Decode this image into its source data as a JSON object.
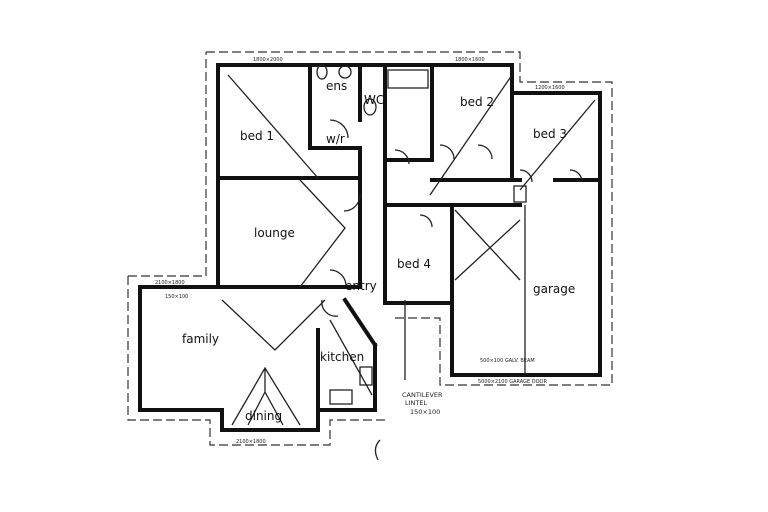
{
  "rooms": {
    "bed1": "bed 1",
    "ens": "ens",
    "wc": "WC",
    "wr": "w/r",
    "bed2": "bed 2",
    "bed3": "bed 3",
    "lounge": "lounge",
    "entry": "entry",
    "bed4": "bed 4",
    "garage": "garage",
    "family": "family",
    "kitchen": "kitchen",
    "dining": "dining"
  },
  "annotations": {
    "cantilever_1": "CANTILEVER",
    "cantilever_2": "LINTEL",
    "cantilever_3": "150×100",
    "garage_door": "5000×2100 GARAGE DOOR",
    "garage_beam": "500×100 GALV. BEAM",
    "win_bed1": "1800×2000",
    "win_bed2": "1800×1600",
    "win_bed3": "1200×1600",
    "win_family": "2100×1800",
    "win_dining": "2100×1800",
    "lintel_150": "150×100"
  }
}
